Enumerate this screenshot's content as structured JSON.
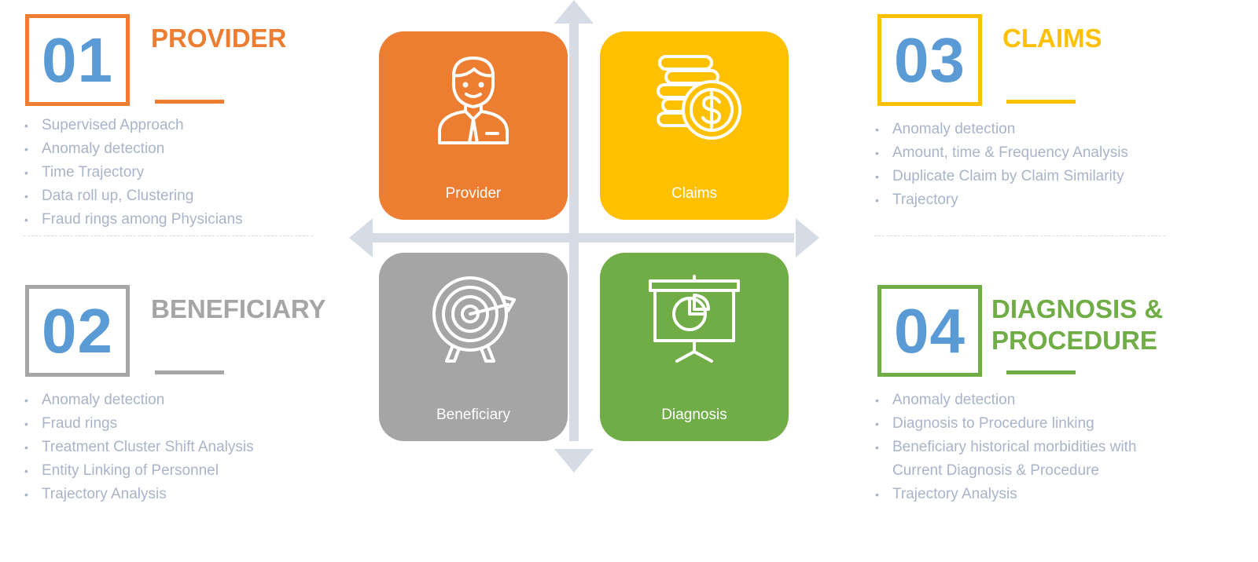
{
  "colors": {
    "provider": "#ed7d31",
    "claims": "#ffc000",
    "beneficiary": "#a5a5a5",
    "diagnosis": "#70ad47",
    "number": "#5b9bd5",
    "axis": "#d6dce6",
    "bullet_text": "#a9b4c8"
  },
  "sections": {
    "provider": {
      "number": "01",
      "title": "PROVIDER",
      "items": [
        "Supervised Approach",
        "Anomaly detection",
        "Time Trajectory",
        "Data roll up, Clustering",
        "Fraud rings among Physicians"
      ]
    },
    "beneficiary": {
      "number": "02",
      "title": "BENEFICIARY",
      "items": [
        "Anomaly detection",
        "Fraud rings",
        "Treatment Cluster Shift Analysis",
        "Entity Linking of Personnel",
        "Trajectory Analysis"
      ]
    },
    "claims": {
      "number": "03",
      "title": "CLAIMS",
      "items": [
        "Anomaly detection",
        "Amount, time & Frequency Analysis",
        "Duplicate Claim by Claim Similarity",
        "Trajectory"
      ]
    },
    "diagnosis": {
      "number": "04",
      "title_line1": "DIAGNOSIS &",
      "title_line2": "PROCEDURE",
      "items": [
        "Anomaly detection",
        "Diagnosis to Procedure linking",
        "Beneficiary historical morbidities with",
        "Current Diagnosis & Procedure",
        "Trajectory Analysis"
      ]
    }
  },
  "tiles": {
    "provider": {
      "label": "Provider",
      "icon": "person-icon"
    },
    "claims": {
      "label": "Claims",
      "icon": "coins-dollar-icon"
    },
    "beneficiary": {
      "label": "Beneficiary",
      "icon": "target-icon"
    },
    "diagnosis": {
      "label": "Diagnosis",
      "icon": "presentation-board-icon"
    }
  }
}
